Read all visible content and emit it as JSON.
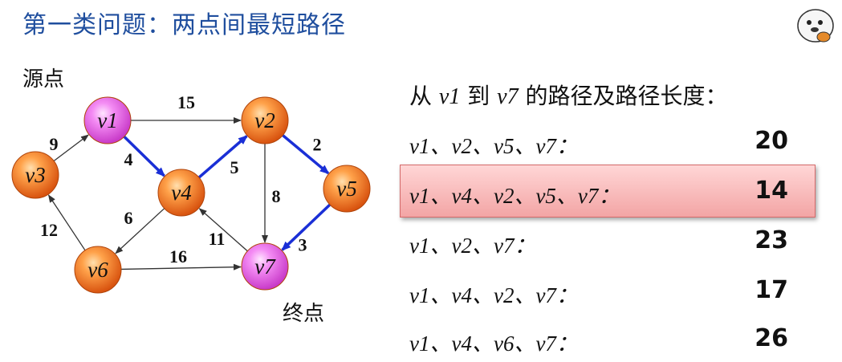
{
  "title": "第一类问题：两点间最短路径",
  "source_label": "源点",
  "target_label": "终点",
  "heading": {
    "prefix": "从 ",
    "from": "v1",
    "mid": " 到 ",
    "to": "v7",
    "suffix": " 的路径及路径长度："
  },
  "graph": {
    "nodes": [
      {
        "id": "v1",
        "label": "v1",
        "color": "pink"
      },
      {
        "id": "v2",
        "label": "v2",
        "color": "orange"
      },
      {
        "id": "v3",
        "label": "v3",
        "color": "orange"
      },
      {
        "id": "v4",
        "label": "v4",
        "color": "orange"
      },
      {
        "id": "v5",
        "label": "v5",
        "color": "orange"
      },
      {
        "id": "v6",
        "label": "v6",
        "color": "orange"
      },
      {
        "id": "v7",
        "label": "v7",
        "color": "pink"
      }
    ],
    "edges": [
      {
        "from": "v1",
        "to": "v2",
        "weight": "15",
        "highlight": false
      },
      {
        "from": "v3",
        "to": "v1",
        "weight": "9",
        "highlight": false
      },
      {
        "from": "v1",
        "to": "v4",
        "weight": "4",
        "highlight": true
      },
      {
        "from": "v4",
        "to": "v2",
        "weight": "5",
        "highlight": true
      },
      {
        "from": "v2",
        "to": "v5",
        "weight": "2",
        "highlight": true
      },
      {
        "from": "v2",
        "to": "v7",
        "weight": "8",
        "highlight": false
      },
      {
        "from": "v5",
        "to": "v7",
        "weight": "3",
        "highlight": true
      },
      {
        "from": "v7",
        "to": "v4",
        "weight": "11",
        "highlight": false
      },
      {
        "from": "v4",
        "to": "v6",
        "weight": "6",
        "highlight": false
      },
      {
        "from": "v6",
        "to": "v3",
        "weight": "12",
        "highlight": false
      },
      {
        "from": "v6",
        "to": "v7",
        "weight": "16",
        "highlight": false
      }
    ]
  },
  "paths": [
    {
      "path": "v1、v2、v5、v7：",
      "length": "20",
      "highlight": false
    },
    {
      "path": "v1、v4、v2、v5、v7：",
      "length": "14",
      "highlight": true
    },
    {
      "path": "v1、v2、v7：",
      "length": "23",
      "highlight": false
    },
    {
      "path": "v1、v4、v2、v7：",
      "length": "17",
      "highlight": false
    },
    {
      "path": "v1、v4、v6、v7：",
      "length": "26",
      "highlight": false
    }
  ],
  "colors": {
    "title": "#1f4e9e",
    "highlight_edge": "#1a2fd6",
    "normal_edge": "#333333",
    "row_highlight": "#f3a5a5"
  }
}
